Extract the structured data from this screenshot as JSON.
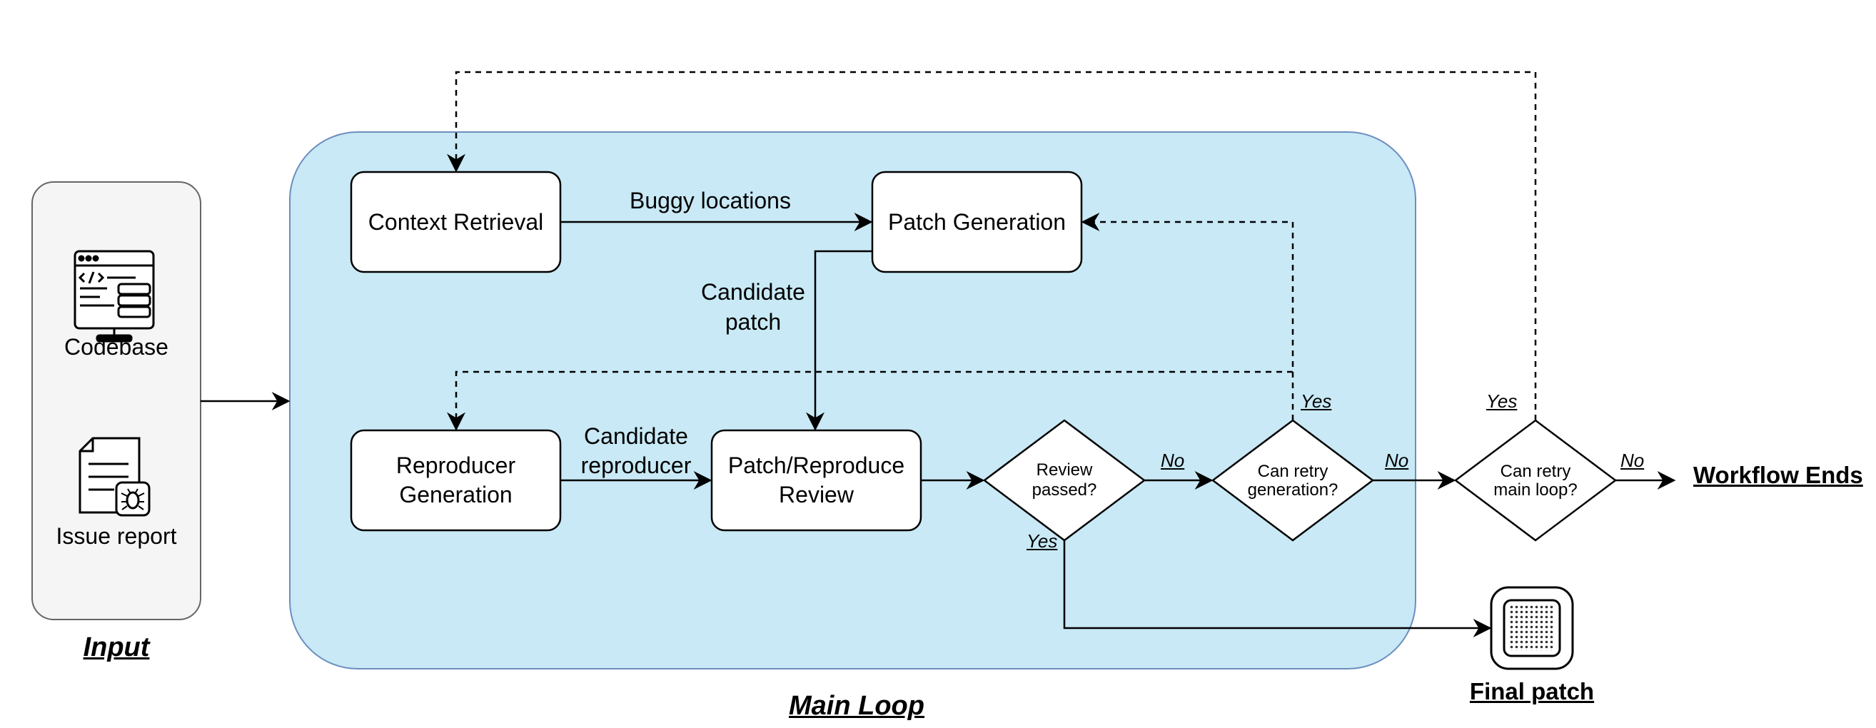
{
  "input": {
    "title": "Input",
    "codebase_label": "Codebase",
    "codebase_icon": "code-window-icon",
    "issue_label": "Issue report",
    "issue_icon": "bug-report-document-icon"
  },
  "main_loop": {
    "title": "Main Loop",
    "fill": "#c8e9f5",
    "stroke": "#6c8ebf"
  },
  "nodes": {
    "context_retrieval": "Context Retrieval",
    "patch_generation": "Patch Generation",
    "reproducer_generation": [
      "Reproducer",
      "Generation"
    ],
    "patch_review": [
      "Patch/Reproduce",
      "Review"
    ]
  },
  "edges": {
    "buggy_locations": "Buggy locations",
    "candidate_patch": [
      "Candidate",
      "patch"
    ],
    "candidate_reproducer": [
      "Candidate",
      "reproducer"
    ]
  },
  "decisions": {
    "review_passed": [
      "Review",
      "passed?"
    ],
    "retry_generation": [
      "Can retry",
      "generation?"
    ],
    "retry_main_loop": [
      "Can retry",
      "main loop?"
    ]
  },
  "branch_labels": {
    "yes": "Yes",
    "no": "No"
  },
  "outputs": {
    "workflow_ends": "Workflow Ends",
    "final_patch": "Final patch",
    "final_patch_icon": "patch-grid-icon"
  }
}
